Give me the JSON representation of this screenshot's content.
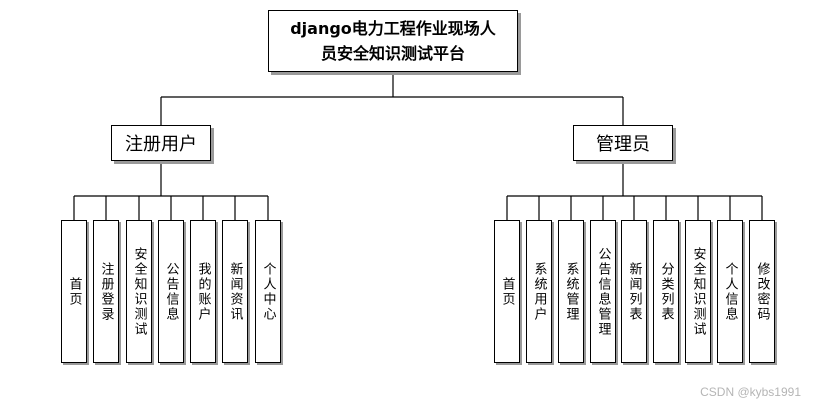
{
  "root": {
    "line1": "django电力工程作业现场人",
    "line2": "员安全知识测试平台"
  },
  "branches": [
    {
      "id": "user",
      "label": "注册用户",
      "items": [
        "首页",
        "注册登录",
        "安全知识测试",
        "公告信息",
        "我的账户",
        "新闻资讯",
        "个人中心"
      ]
    },
    {
      "id": "admin",
      "label": "管理员",
      "items": [
        "首页",
        "系统用户",
        "系统管理",
        "公告信息管理",
        "新闻列表",
        "分类列表",
        "安全知识测试",
        "个人信息",
        "修改密码"
      ]
    }
  ],
  "watermark": "CSDN @kybs1991"
}
